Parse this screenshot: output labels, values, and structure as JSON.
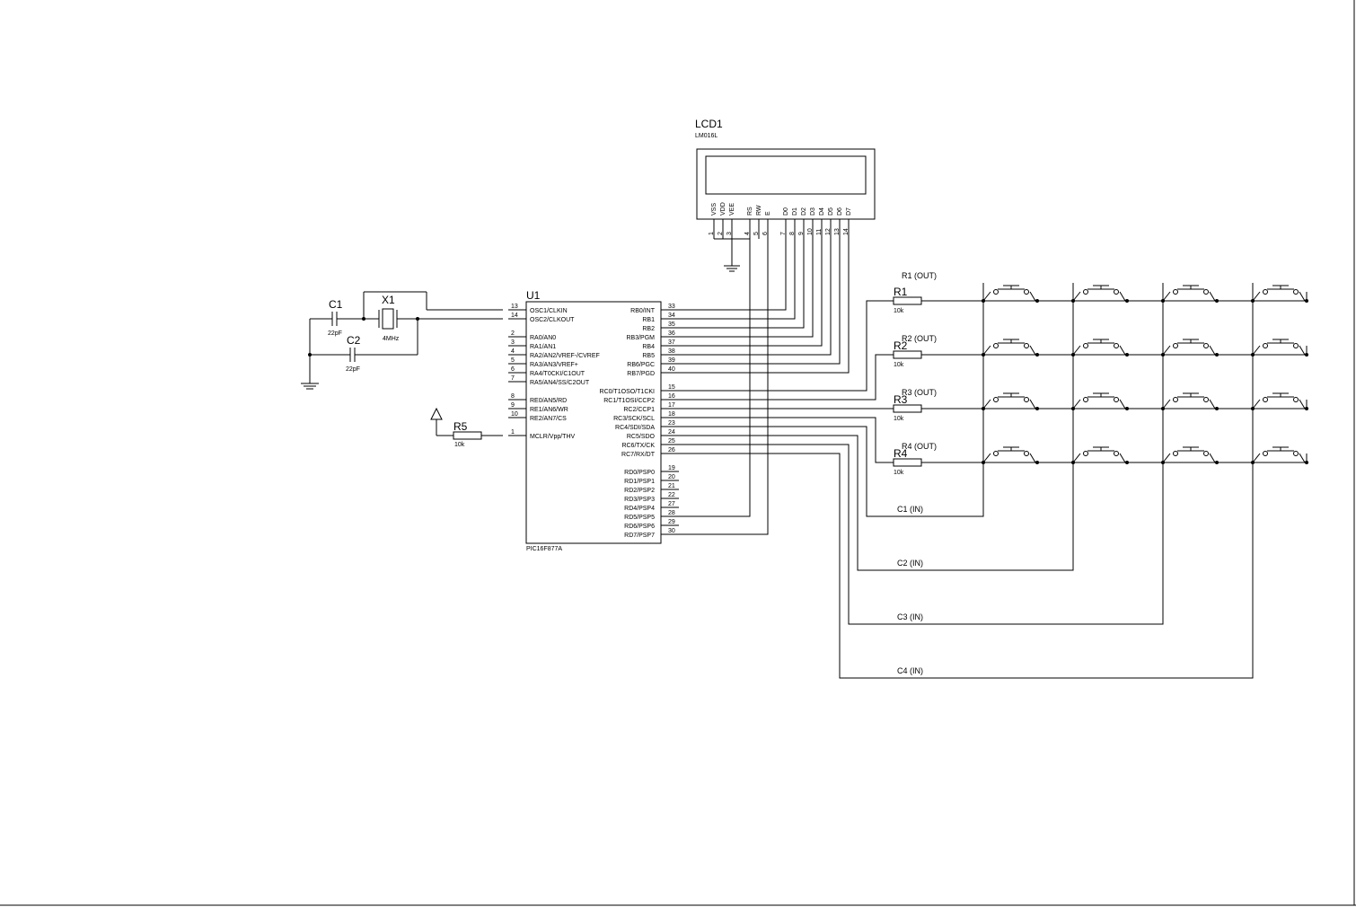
{
  "lcd": {
    "ref": "LCD1",
    "value": "LM016L",
    "pin_names": [
      "VSS",
      "VDD",
      "VEE",
      "RS",
      "RW",
      "E",
      "D0",
      "D1",
      "D2",
      "D3",
      "D4",
      "D5",
      "D6",
      "D7"
    ],
    "pin_numbers": [
      "1",
      "2",
      "3",
      "4",
      "5",
      "6",
      "7",
      "8",
      "9",
      "10",
      "11",
      "12",
      "13",
      "14"
    ]
  },
  "mcu": {
    "ref": "U1",
    "part": "PIC16F877A",
    "left_pins": [
      {
        "name": "OSC1/CLKIN",
        "num": "13"
      },
      {
        "name": "OSC2/CLKOUT",
        "num": "14"
      },
      {
        "name": "RA0/AN0",
        "num": "2"
      },
      {
        "name": "RA1/AN1",
        "num": "3"
      },
      {
        "name": "RA2/AN2/VREF-/CVREF",
        "num": "4"
      },
      {
        "name": "RA3/AN3/VREF+",
        "num": "5"
      },
      {
        "name": "RA4/T0CKI/C1OUT",
        "num": "6"
      },
      {
        "name": "RA5/AN4/SS/C2OUT",
        "num": "7"
      },
      {
        "name": "RE0/AN5/RD",
        "num": "8"
      },
      {
        "name": "RE1/AN6/WR",
        "num": "9"
      },
      {
        "name": "RE2/AN7/CS",
        "num": "10"
      },
      {
        "name": "MCLR/Vpp/THV",
        "num": "1"
      }
    ],
    "right_pins": [
      {
        "name": "RB0/INT",
        "num": "33"
      },
      {
        "name": "RB1",
        "num": "34"
      },
      {
        "name": "RB2",
        "num": "35"
      },
      {
        "name": "RB3/PGM",
        "num": "36"
      },
      {
        "name": "RB4",
        "num": "37"
      },
      {
        "name": "RB5",
        "num": "38"
      },
      {
        "name": "RB6/PGC",
        "num": "39"
      },
      {
        "name": "RB7/PGD",
        "num": "40"
      },
      {
        "name": "RC0/T1OSO/T1CKI",
        "num": "15"
      },
      {
        "name": "RC1/T1OSI/CCP2",
        "num": "16"
      },
      {
        "name": "RC2/CCP1",
        "num": "17"
      },
      {
        "name": "RC3/SCK/SCL",
        "num": "18"
      },
      {
        "name": "RC4/SDI/SDA",
        "num": "23"
      },
      {
        "name": "RC5/SDO",
        "num": "24"
      },
      {
        "name": "RC6/TX/CK",
        "num": "25"
      },
      {
        "name": "RC7/RX/DT",
        "num": "26"
      },
      {
        "name": "RD0/PSP0",
        "num": "19"
      },
      {
        "name": "RD1/PSP1",
        "num": "20"
      },
      {
        "name": "RD2/PSP2",
        "num": "21"
      },
      {
        "name": "RD3/PSP3",
        "num": "22"
      },
      {
        "name": "RD4/PSP4",
        "num": "27"
      },
      {
        "name": "RD5/PSP5",
        "num": "28"
      },
      {
        "name": "RD6/PSP6",
        "num": "29"
      },
      {
        "name": "RD7/PSP7",
        "num": "30"
      }
    ]
  },
  "osc": {
    "c1": {
      "ref": "C1",
      "value": "22pF"
    },
    "c2": {
      "ref": "C2",
      "value": "22pF"
    },
    "x1": {
      "ref": "X1",
      "value": "4MHz"
    }
  },
  "reset": {
    "r5": {
      "ref": "R5",
      "value": "10k"
    }
  },
  "rows": [
    {
      "ref": "R1",
      "value": "10k",
      "net": "R1 (OUT)"
    },
    {
      "ref": "R2",
      "value": "10k",
      "net": "R2 (OUT)"
    },
    {
      "ref": "R3",
      "value": "10k",
      "net": "R3 (OUT)"
    },
    {
      "ref": "R4",
      "value": "10k",
      "net": "R4 (OUT)"
    }
  ],
  "cols": [
    {
      "net": "C1 (IN)"
    },
    {
      "net": "C2 (IN)"
    },
    {
      "net": "C3 (IN)"
    },
    {
      "net": "C4 (IN)"
    }
  ]
}
